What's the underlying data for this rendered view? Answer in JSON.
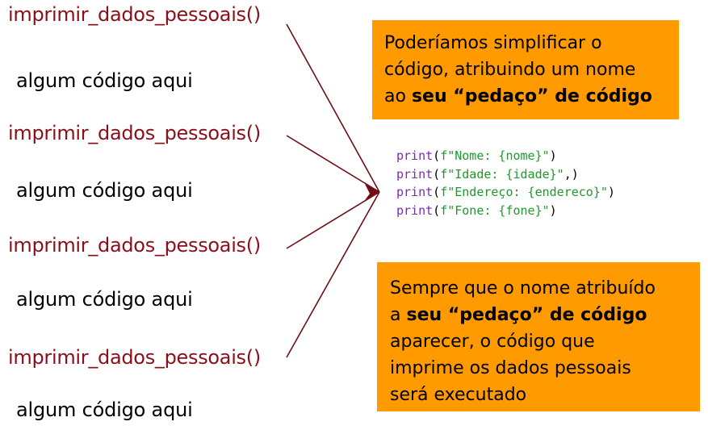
{
  "function_calls": [
    "imprimir_dados_pessoais()",
    "imprimir_dados_pessoais()",
    "imprimir_dados_pessoais()",
    "imprimir_dados_pessoais()"
  ],
  "placeholders": [
    "algum código aqui",
    "algum código aqui",
    "algum código aqui",
    "algum código aqui"
  ],
  "note_top": {
    "line1": "Poderíamos simplificar o",
    "line2": "código, atribuindo um nome",
    "line3_prefix": "ao ",
    "line3_bold": "seu “pedaço” de código"
  },
  "code": [
    {
      "kw": "print",
      "open": "(",
      "str": "f\"Nome: {nome}\"",
      "close": ")"
    },
    {
      "kw": "print",
      "open": "(",
      "str": "f\"Idade: {idade}\"",
      "close": ",)"
    },
    {
      "kw": "print",
      "open": "(",
      "str": "f\"Endereço: {endereco}\"",
      "close": ")"
    },
    {
      "kw": "print",
      "open": "(",
      "str": "f\"Fone: {fone}\"",
      "close": ")"
    }
  ],
  "note_bottom": {
    "line1": "Sempre que o nome atribuído",
    "line2_prefix": "a ",
    "line2_bold": "seu “pedaço” de código",
    "line3": "aparecer, o código que",
    "line4": "imprime os dados pessoais",
    "line5": "será executado"
  },
  "colors": {
    "call_text": "#8b0f1a",
    "arrow": "#6e0e14",
    "note_background": "#ff9a00",
    "code_keyword": "#7a2ab8",
    "code_string": "#1e9a2b"
  }
}
